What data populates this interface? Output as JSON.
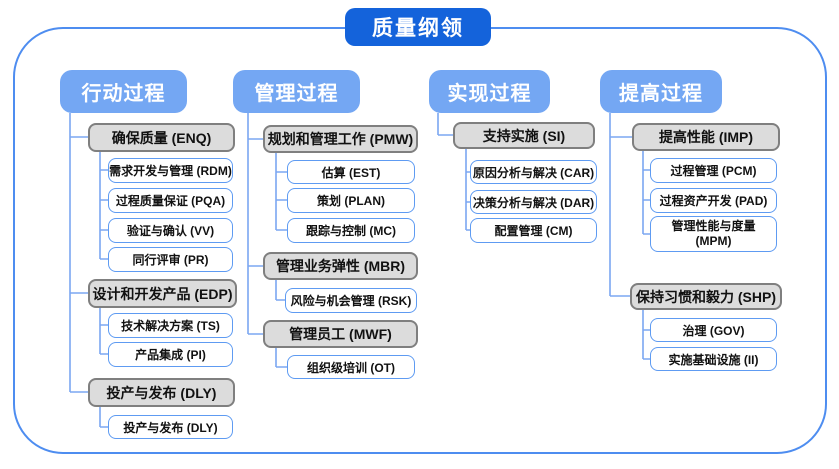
{
  "title": "质量纲领",
  "colors": {
    "title_blue": "#1463DB",
    "header_blue": "#74A7F3",
    "connector_blue": "#7BA7F2",
    "outer_border_blue": "#4E8DF0",
    "group_fill_gray": "#DCDCDC",
    "group_border_gray": "#7F7F7F",
    "leaf_border_blue": "#5E9BF2"
  },
  "columns": [
    {
      "label": "行动过程",
      "groups": [
        {
          "label": "确保质量 (ENQ)",
          "children": [
            "需求开发与管理 (RDM)",
            "过程质量保证 (PQA)",
            "验证与确认 (VV)",
            "同行评审 (PR)"
          ]
        },
        {
          "label": "设计和开发产品 (EDP)",
          "children": [
            "技术解决方案 (TS)",
            "产品集成 (PI)"
          ]
        },
        {
          "label": "投产与发布 (DLY)",
          "children": [
            "投产与发布 (DLY)"
          ]
        }
      ]
    },
    {
      "label": "管理过程",
      "groups": [
        {
          "label": "规划和管理工作 (PMW)",
          "children": [
            "估算 (EST)",
            "策划 (PLAN)",
            "跟踪与控制 (MC)"
          ]
        },
        {
          "label": "管理业务弹性 (MBR)",
          "children": [
            "风险与机会管理 (RSK)"
          ]
        },
        {
          "label": "管理员工 (MWF)",
          "children": [
            "组织级培训 (OT)"
          ]
        }
      ]
    },
    {
      "label": "实现过程",
      "groups": [
        {
          "label": "支持实施 (SI)",
          "children": [
            "原因分析与解决 (CAR)",
            "决策分析与解决 (DAR)",
            "配置管理 (CM)"
          ]
        }
      ]
    },
    {
      "label": "提高过程",
      "groups": [
        {
          "label": "提高性能 (IMP)",
          "children": [
            "过程管理 (PCM)",
            "过程资产开发 (PAD)",
            "管理性能与度量 (MPM)"
          ]
        },
        {
          "label": "保持习惯和毅力 (SHP)",
          "children": [
            "治理 (GOV)",
            "实施基础设施 (II)"
          ]
        }
      ]
    }
  ]
}
